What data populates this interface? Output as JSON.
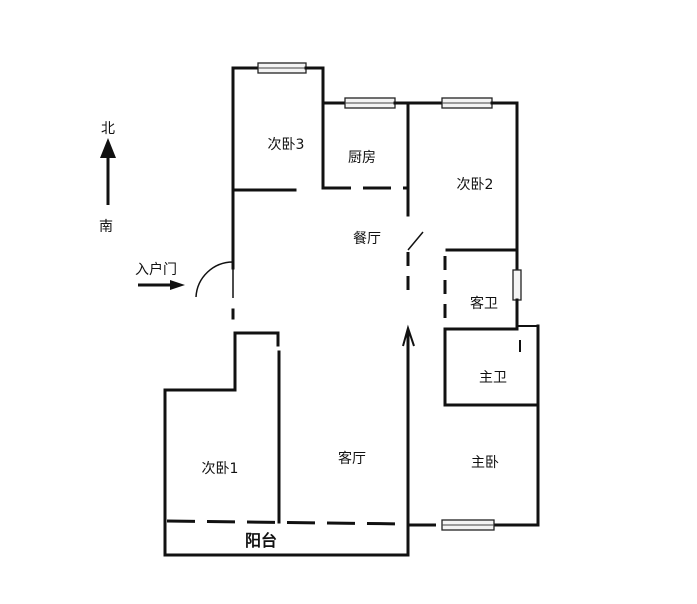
{
  "compass": {
    "north": "北",
    "south": "南"
  },
  "entrance": {
    "label": "入户门"
  },
  "rooms": {
    "bedroom3": "次卧3",
    "kitchen": "厨房",
    "bedroom2": "次卧2",
    "dining": "餐厅",
    "guest_bath": "客卫",
    "master_bath": "主卫",
    "bedroom1": "次卧1",
    "living": "客厅",
    "master_bedroom": "主卧",
    "balcony": "阳台"
  }
}
